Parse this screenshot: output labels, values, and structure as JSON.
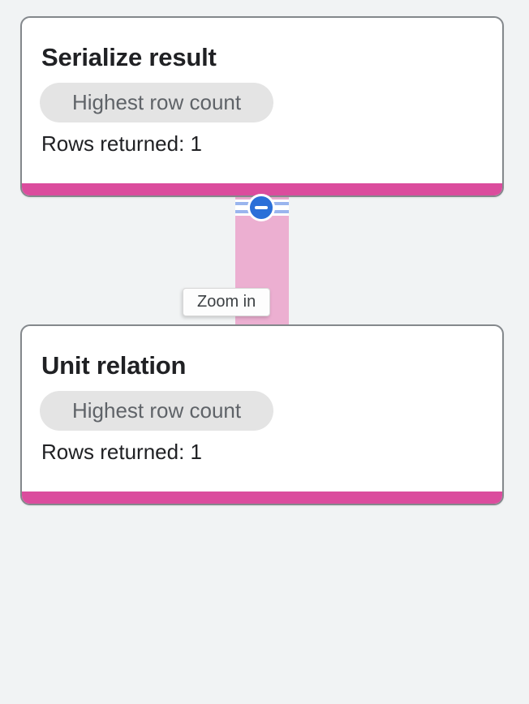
{
  "graph": {
    "nodes": [
      {
        "title": "Serialize result",
        "badge": "Highest row count",
        "rows_returned": "Rows returned: 1"
      },
      {
        "title": "Unit relation",
        "badge": "Highest row count",
        "rows_returned": "Rows returned: 1"
      }
    ],
    "edge": {
      "tooltip": "Zoom in",
      "collapse_icon": "minus-circle-icon"
    }
  },
  "colors": {
    "page_background": "#f1f3f4",
    "card_background": "#ffffff",
    "card_border": "#84888c",
    "duration_bar": "#db4c9d",
    "edge_fill": "#ecafd1",
    "edge_stripe": "#9ab5ee",
    "collapse_button": "#2b6fd8",
    "badge_background": "#e4e4e4",
    "badge_text": "#5f6368",
    "text": "#202124",
    "tooltip_text": "#3c4043"
  }
}
